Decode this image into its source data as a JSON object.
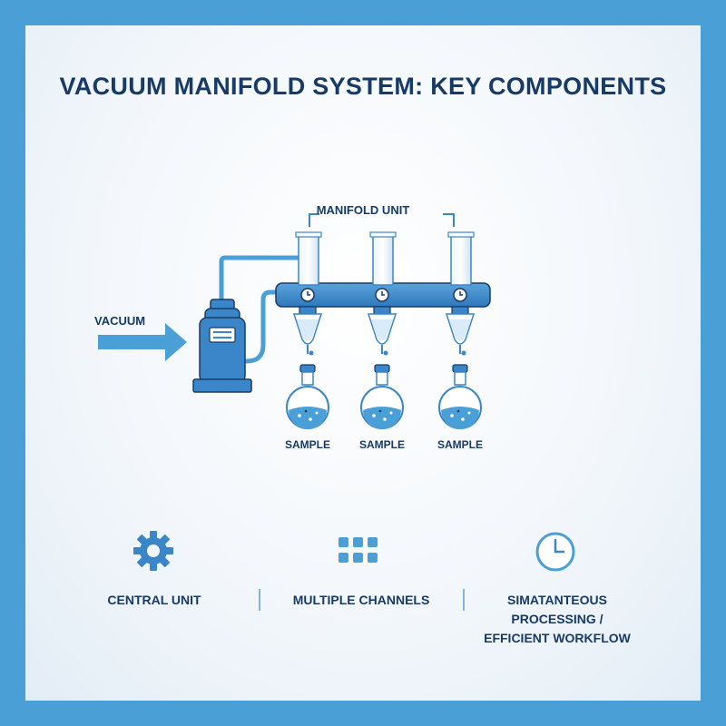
{
  "title": "VACUUM MANIFOLD SYSTEM: KEY COMPONENTS",
  "diagram": {
    "manifold_label": "MANIFOLD UNIT",
    "vacuum_label": "VACUUM",
    "samples": [
      {
        "label": "SAMPLE"
      },
      {
        "label": "SAMPLE"
      },
      {
        "label": "SAMPLE"
      }
    ]
  },
  "features": [
    {
      "icon": "gear-icon",
      "label": "CENTRAL UNIT"
    },
    {
      "icon": "grid-icon",
      "label": "MULTIPLE CHANNELS"
    },
    {
      "icon": "clock-icon",
      "label_lines": [
        "SIMATANTEOUS",
        "PROCESSING /",
        "EFFICIENT WORKFLOW"
      ]
    }
  ],
  "colors": {
    "border": "#4a9fd6",
    "primary_blue": "#3a86c8",
    "dark_navy": "#173b66",
    "light_blue": "#c9e1f3"
  }
}
